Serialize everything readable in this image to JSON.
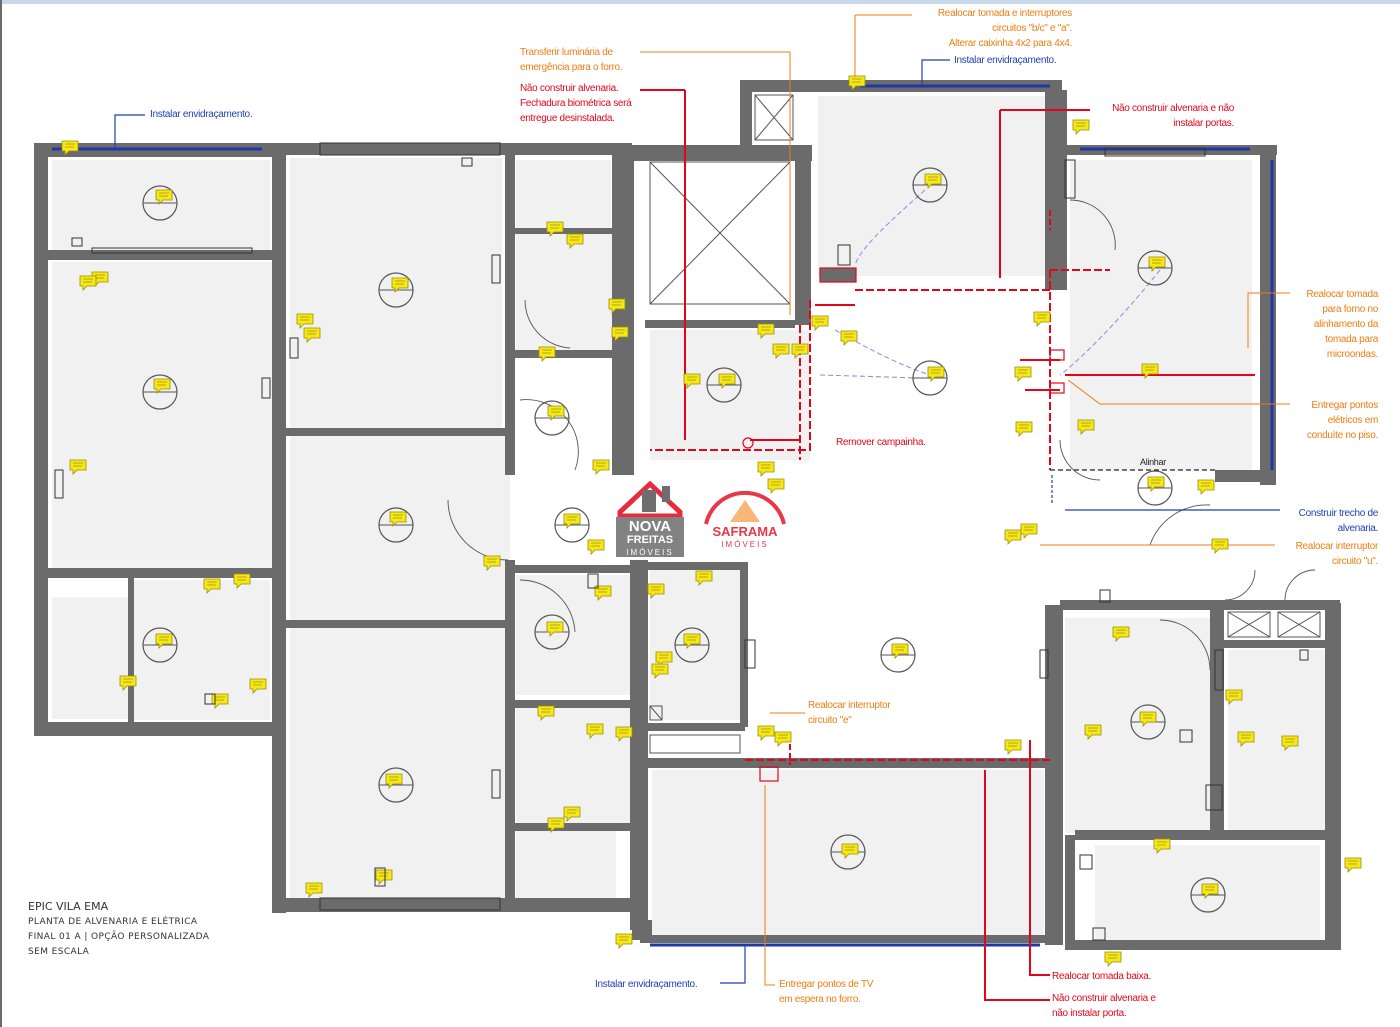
{
  "title_block": {
    "project": "EPIC VILA EMA",
    "line1": "PLANTA DE ALVENARIA E ELÉTRICA",
    "line2": "FINAL 01 A | OPÇÃO PERSONALIZADA",
    "line3": "SEM ESCALA"
  },
  "notes": [
    {
      "id": "relocar-tomada-interruptores",
      "color": "orange",
      "text": "Realocar tomada e interruptores\ncircuitos \"b/c\" e \"a\".\nAlterar caixinha 4x2 para 4x4."
    },
    {
      "id": "instalar-envidracamento-top",
      "color": "blue",
      "text": "Instalar envidraçamento."
    },
    {
      "id": "transferir-luminaria",
      "color": "orange",
      "text": "Transferir luminária de\nemergência para o forro."
    },
    {
      "id": "nao-construir-fechadura",
      "color": "red",
      "text": "Não construir alvenaria.\nFechadura biométrica será\nentregue desinstalada."
    },
    {
      "id": "instalar-envidracamento-left",
      "color": "blue",
      "text": "Instalar envidraçamento."
    },
    {
      "id": "nao-construir-portas",
      "color": "red",
      "text": "Não construir alvenaria e não\ninstalar portas."
    },
    {
      "id": "relocar-tomada-forno",
      "color": "orange",
      "text": "Realocar tomada\npara forno no\nalinhamento da\ntomada para\nmicroondas."
    },
    {
      "id": "entregar-pontos-eletricos",
      "color": "orange",
      "text": "Entregar pontos\nelétricos em\nconduíte no piso."
    },
    {
      "id": "remover-campainha",
      "color": "red",
      "text": "Remover campainha."
    },
    {
      "id": "alinhar",
      "color": "dark",
      "text": "Alinhar"
    },
    {
      "id": "construir-trecho",
      "color": "blue",
      "text": "Construir trecho de\nalvenaria."
    },
    {
      "id": "relocar-interruptor-u",
      "color": "orange",
      "text": "Realocar interruptor\ncircuito \"u\"."
    },
    {
      "id": "relocar-interruptor-e",
      "color": "orange",
      "text": "Realocar interruptor\ncircuito \"e\""
    },
    {
      "id": "instalar-envidracamento-bottom",
      "color": "blue",
      "text": "Instalar envidraçamento."
    },
    {
      "id": "entregar-pontos-tv",
      "color": "orange",
      "text": "Entregar pontos de TV\nem espera no forro."
    },
    {
      "id": "relocar-tomada-baixa",
      "color": "red",
      "text": "Realocar tomada baixa."
    },
    {
      "id": "nao-construir-porta",
      "color": "red",
      "text": "Não construir alvenaria e\nnão instalar porta."
    }
  ],
  "watermarks": {
    "nova_freitas": {
      "name": "NOVA",
      "name2": "FREITAS",
      "sub": "IMÓVEIS"
    },
    "saframa": {
      "name": "SAFRAMA",
      "sub": "IMÓVEIS"
    }
  },
  "colors": {
    "wall": "#6b6b6b",
    "room_fill": "#f1f1f1",
    "red_markup": "#e3061b",
    "orange_markup": "#f07d12",
    "blue_markup": "#1e3fb4",
    "comment_icon": "#f6e71a",
    "violet_wire": "#9d8cde"
  }
}
